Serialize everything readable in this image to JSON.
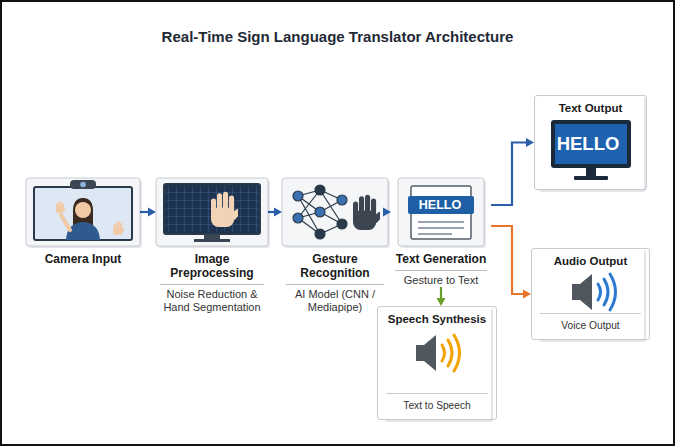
{
  "diagram": {
    "title": "Real-Time Sign Language Translator Architecture",
    "nodes": [
      {
        "text": [
          "Camera Input"
        ]
      },
      {
        "text": [
          "Image Preprocessing",
          "Noise Reduction & Hand Segmentation"
        ]
      },
      {
        "text": [
          "Gesture Recognition",
          "AI Model (CNN / Mediapipe)"
        ]
      },
      {
        "text": [
          "HELLO",
          "Text Generation",
          "Gesture to Text"
        ]
      },
      {
        "text": [
          "Text Output",
          "HELLO"
        ]
      },
      {
        "text": [
          "Audio Output",
          "Voice Output"
        ]
      },
      {
        "text": [
          "Speech Synthesis",
          "Text to Speech"
        ]
      }
    ],
    "edges": [
      {
        "from": 0,
        "to": 1,
        "arrow": "to"
      },
      {
        "from": 1,
        "to": 2,
        "arrow": "to"
      },
      {
        "from": 2,
        "to": 3,
        "arrow": "to"
      },
      {
        "from": 3,
        "to": 4,
        "arrow": "to"
      },
      {
        "from": 3,
        "to": 5,
        "arrow": "to"
      },
      {
        "from": 3,
        "to": 6,
        "arrow": "to"
      }
    ]
  }
}
